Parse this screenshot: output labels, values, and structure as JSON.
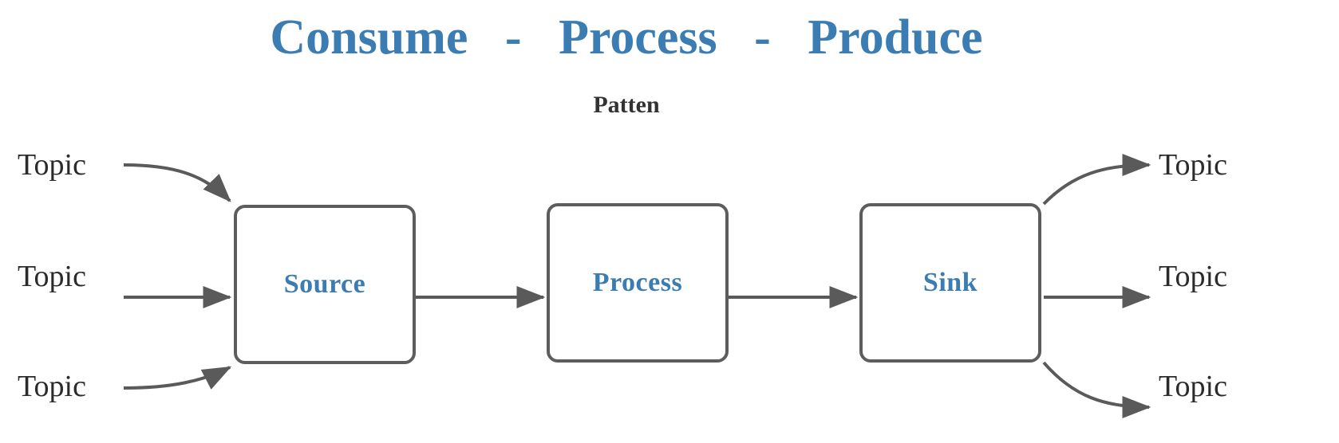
{
  "header": {
    "title": "Consume   -   Process   -   Produce",
    "subtitle": "Patten"
  },
  "colors": {
    "accent_blue": "#3b7cb3",
    "box_border_gray": "#5d5d5d",
    "arrow_gray": "#5a5a5a",
    "text_dark": "#2b2b2b",
    "background": "#ffffff"
  },
  "diagram": {
    "type": "flow",
    "nodes": [
      {
        "id": "source",
        "label": "Source"
      },
      {
        "id": "process",
        "label": "Process"
      },
      {
        "id": "sink",
        "label": "Sink"
      }
    ],
    "inputs": [
      {
        "id": "topic-in-1",
        "label": "Topic"
      },
      {
        "id": "topic-in-2",
        "label": "Topic"
      },
      {
        "id": "topic-in-3",
        "label": "Topic"
      }
    ],
    "outputs": [
      {
        "id": "topic-out-1",
        "label": "Topic"
      },
      {
        "id": "topic-out-2",
        "label": "Topic"
      },
      {
        "id": "topic-out-3",
        "label": "Topic"
      }
    ],
    "edges": [
      {
        "from": "topic-in-1",
        "to": "source",
        "style": "curved"
      },
      {
        "from": "topic-in-2",
        "to": "source",
        "style": "straight"
      },
      {
        "from": "topic-in-3",
        "to": "source",
        "style": "curved"
      },
      {
        "from": "source",
        "to": "process",
        "style": "straight"
      },
      {
        "from": "process",
        "to": "sink",
        "style": "straight"
      },
      {
        "from": "sink",
        "to": "topic-out-1",
        "style": "curved"
      },
      {
        "from": "sink",
        "to": "topic-out-2",
        "style": "straight"
      },
      {
        "from": "sink",
        "to": "topic-out-3",
        "style": "curved"
      }
    ]
  }
}
